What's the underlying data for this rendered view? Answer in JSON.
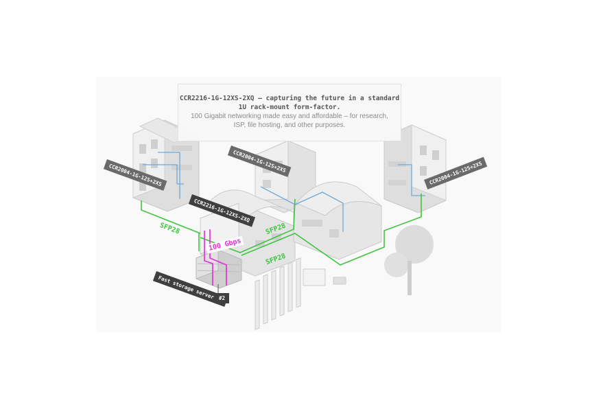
{
  "callout": {
    "title_line1": "CCR2216-1G-12XS-2XQ – capturing the future in a standard",
    "title_line2": "1U rack-mount form-factor.",
    "desc_line1": "100 Gigabit networking made easy and affordable – for research,",
    "desc_line2": "ISP, file hosting, and other purposes."
  },
  "labels": {
    "router_left": "CCR2004-1G-12S+2XS",
    "router_center": "CCR2004-1G-12S+2XS",
    "router_right": "CCR2004-1G-12S+2XS",
    "router_main": "CCR2216-1G-12XS-2XQ",
    "storage1": "Fast storage server #1",
    "storage2": "#2"
  },
  "links": {
    "sfp_left": "SFP28",
    "sfp_center": "SFP28",
    "sfp_bottom": "SFP28",
    "speed": "100 Gbps"
  },
  "colors": {
    "sfp_link": "#3fc43f",
    "gbps_link": "#e52ad8",
    "lan_link": "#6fa8d6",
    "tag_bg": "#6a6a6a"
  }
}
